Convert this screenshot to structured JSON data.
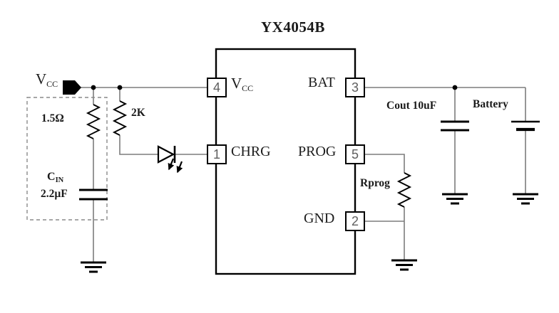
{
  "title": "YX4054B",
  "colors": {
    "wire": "#7d7d7d",
    "component": "#000000",
    "pin_number": "#5e5e5e",
    "label": "#1a1a1a"
  },
  "power_source": {
    "name": "V",
    "name_sub": "CC"
  },
  "ic": {
    "pins": {
      "vcc": {
        "number": "4",
        "label": "V",
        "label_sub": "CC"
      },
      "chrg": {
        "number": "1",
        "label": "CHRG"
      },
      "bat": {
        "number": "3",
        "label": "BAT"
      },
      "prog": {
        "number": "5",
        "label": "PROG"
      },
      "gnd": {
        "number": "2",
        "label": "GND"
      }
    }
  },
  "components": {
    "input_resistor": {
      "value": "1.5Ω"
    },
    "led_resistor": {
      "value": "2K"
    },
    "input_capacitor": {
      "name": "C",
      "name_sub": "IN",
      "value": "2.2µF"
    },
    "output_capacitor": {
      "label": "Cout 10uF"
    },
    "battery": {
      "label": "Battery"
    },
    "prog_resistor": {
      "label": "Rprog"
    }
  }
}
